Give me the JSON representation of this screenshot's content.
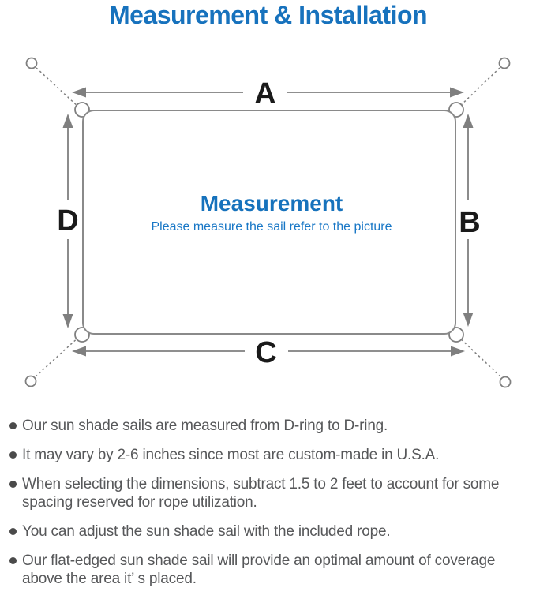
{
  "page": {
    "title": "Measurement & Installation"
  },
  "diagram": {
    "labels": {
      "top": "A",
      "right": "B",
      "bottom": "C",
      "left": "D"
    },
    "center_title": "Measurement",
    "center_subtitle": "Please measure the sail refer to the picture",
    "colors": {
      "accent_blue": "#1672bc",
      "line_gray": "#7f7f7f",
      "label_black": "#1a1a1a",
      "note_gray": "#57585a"
    }
  },
  "notes": {
    "items": [
      "Our sun shade sails are measured from D-ring to D-ring.",
      "It may vary by 2-6 inches since most are custom-made in U.S.A.",
      "When selecting the dimensions, subtract 1.5 to 2 feet to account for some spacing reserved for rope utilization.",
      "You can adjust the sun shade sail with the included rope.",
      "Our flat-edged sun shade sail will provide an optimal amount of coverage above the area it’ s placed."
    ]
  }
}
